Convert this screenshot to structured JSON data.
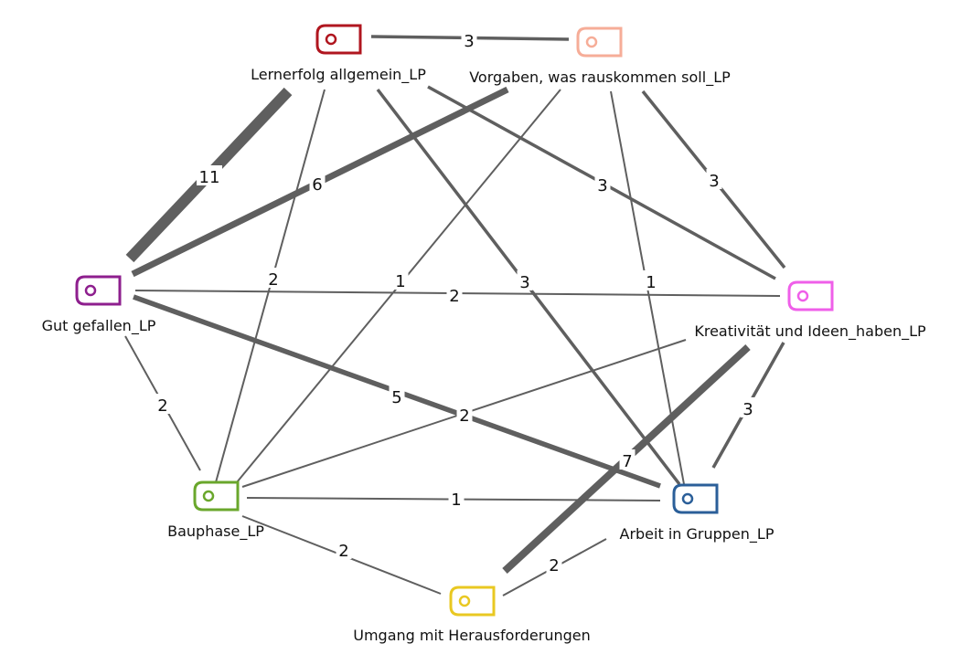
{
  "diagram": {
    "nodes": [
      {
        "id": "lernerfolg",
        "label": "Lernerfolg allgemein_LP",
        "color": "#b0161f",
        "icon": "tag-icon"
      },
      {
        "id": "vorgaben",
        "label": "Vorgaben, was rauskommen soll_LP",
        "color": "#f6ad98",
        "icon": "tag-icon"
      },
      {
        "id": "gutgefallen",
        "label": "Gut gefallen_LP",
        "color": "#8e1f8e",
        "icon": "tag-icon"
      },
      {
        "id": "kreativitaet",
        "label": "Kreativität und Ideen_haben_LP",
        "color": "#ef5fe9",
        "icon": "tag-icon"
      },
      {
        "id": "bauphase",
        "label": "Bauphase_LP",
        "color": "#6aa72c",
        "icon": "tag-icon"
      },
      {
        "id": "gruppen",
        "label": "Arbeit in Gruppen_LP",
        "color": "#2b5f99",
        "icon": "tag-icon"
      },
      {
        "id": "umgang",
        "label": "Umgang mit Herausforderungen",
        "color": "#e9c822",
        "icon": "tag-icon"
      }
    ],
    "edges": [
      {
        "from": "lernerfolg",
        "to": "vorgaben",
        "weight": 3
      },
      {
        "from": "lernerfolg",
        "to": "gutgefallen",
        "weight": 11
      },
      {
        "from": "vorgaben",
        "to": "gutgefallen",
        "weight": 6
      },
      {
        "from": "lernerfolg",
        "to": "kreativitaet",
        "weight": 3
      },
      {
        "from": "vorgaben",
        "to": "kreativitaet",
        "weight": 3
      },
      {
        "from": "lernerfolg",
        "to": "bauphase",
        "weight": 2
      },
      {
        "from": "vorgaben",
        "to": "bauphase",
        "weight": 1
      },
      {
        "from": "lernerfolg",
        "to": "gruppen",
        "weight": 3
      },
      {
        "from": "vorgaben",
        "to": "gruppen",
        "weight": 1
      },
      {
        "from": "gutgefallen",
        "to": "kreativitaet",
        "weight": 2
      },
      {
        "from": "gutgefallen",
        "to": "bauphase",
        "weight": 2
      },
      {
        "from": "gutgefallen",
        "to": "gruppen",
        "weight": 5
      },
      {
        "from": "kreativitaet",
        "to": "bauphase",
        "weight": 2
      },
      {
        "from": "kreativitaet",
        "to": "gruppen",
        "weight": 3
      },
      {
        "from": "kreativitaet",
        "to": "umgang",
        "weight": 7
      },
      {
        "from": "bauphase",
        "to": "gruppen",
        "weight": 1
      },
      {
        "from": "bauphase",
        "to": "umgang",
        "weight": 2
      },
      {
        "from": "gruppen",
        "to": "umgang",
        "weight": 2
      }
    ]
  }
}
